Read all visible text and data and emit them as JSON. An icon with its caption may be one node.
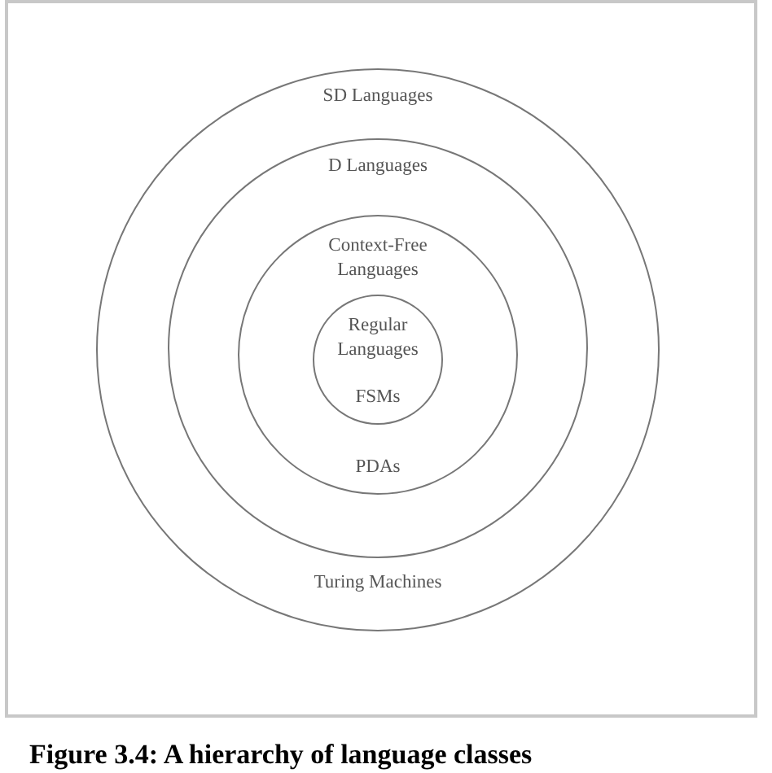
{
  "diagram": {
    "caption": "Figure 3.4: A hierarchy of language classes",
    "nodes": [
      {
        "text": [
          "SD Languages",
          "Turing Machines"
        ]
      },
      {
        "text": [
          "D Languages"
        ],
        "in": 0
      },
      {
        "text": [
          "Context-Free Languages",
          "PDAs"
        ],
        "in": 1
      },
      {
        "text": [
          "Regular Languages",
          "FSMs"
        ],
        "in": 2
      }
    ]
  }
}
